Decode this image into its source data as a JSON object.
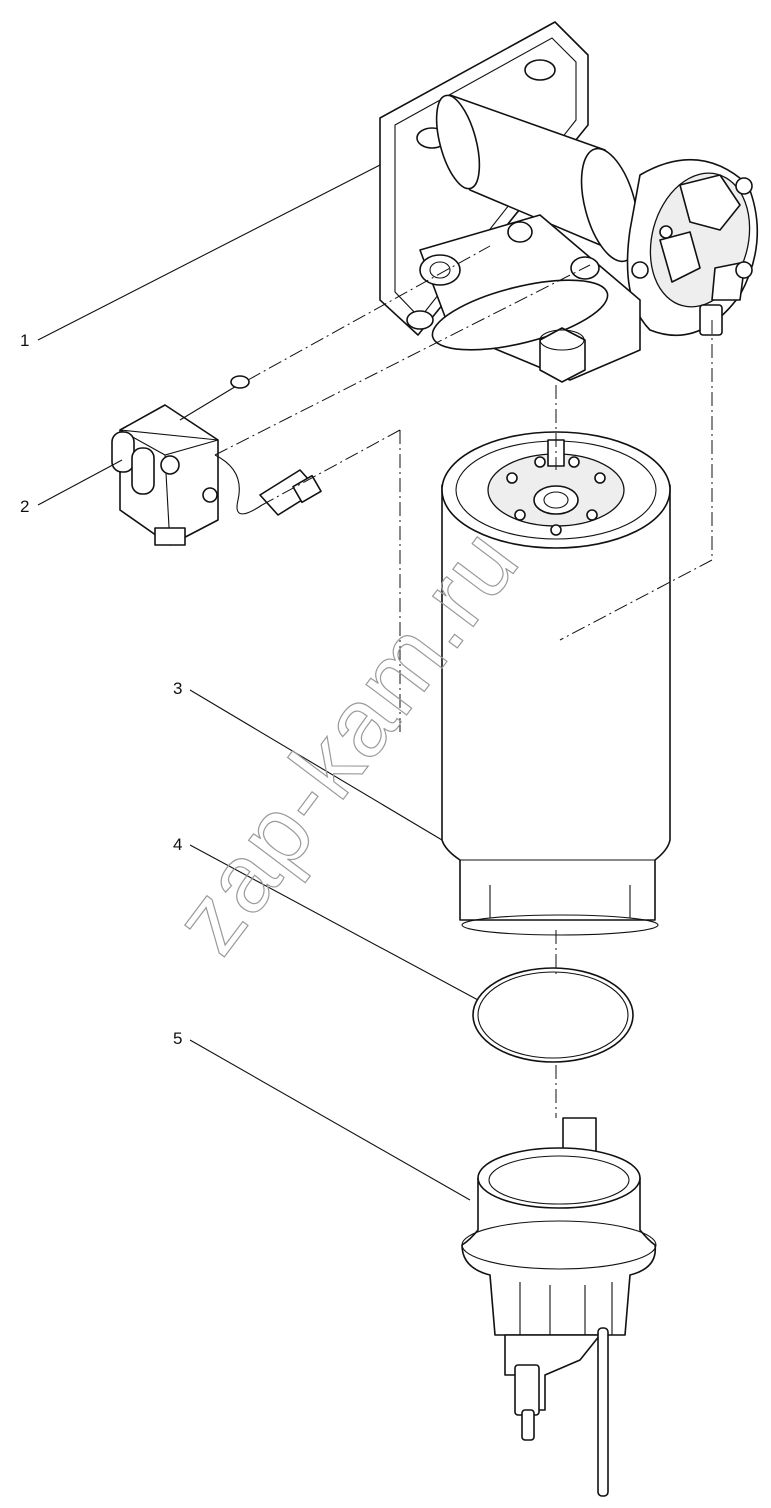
{
  "callouts": [
    {
      "id": "1",
      "label": "1"
    },
    {
      "id": "2",
      "label": "2"
    },
    {
      "id": "3",
      "label": "3"
    },
    {
      "id": "4",
      "label": "4"
    },
    {
      "id": "5",
      "label": "5"
    }
  ],
  "watermark": "zap-kam.ru",
  "colors": {
    "line": "#111111",
    "background": "#ffffff",
    "watermark": "#9a9a9a"
  }
}
